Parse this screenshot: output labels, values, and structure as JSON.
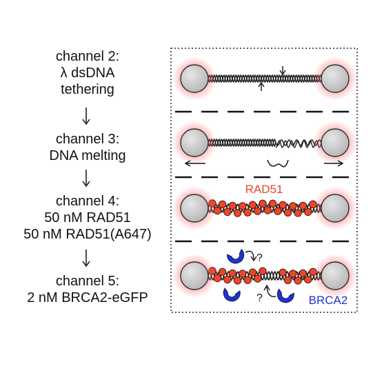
{
  "steps": [
    {
      "title": "channel 2:",
      "lines": [
        "λ dsDNA",
        "tethering"
      ]
    },
    {
      "title": "channel 3:",
      "lines": [
        "DNA melting"
      ]
    },
    {
      "title": "channel 4:",
      "lines": [
        "50 nM RAD51",
        "50 nM RAD51(A647)"
      ]
    },
    {
      "title": "channel 5:",
      "lines": [
        "2 nM BRCA2-eGFP"
      ]
    }
  ],
  "labels": {
    "rad51": "RAD51",
    "brca2": "BRCA2",
    "question": "?"
  },
  "colors": {
    "rad51": "#e8472b",
    "brca2": "#2233cc",
    "bead": "#c8c8c8",
    "bead_glow": "#ff6b6b",
    "text": "#111111"
  }
}
